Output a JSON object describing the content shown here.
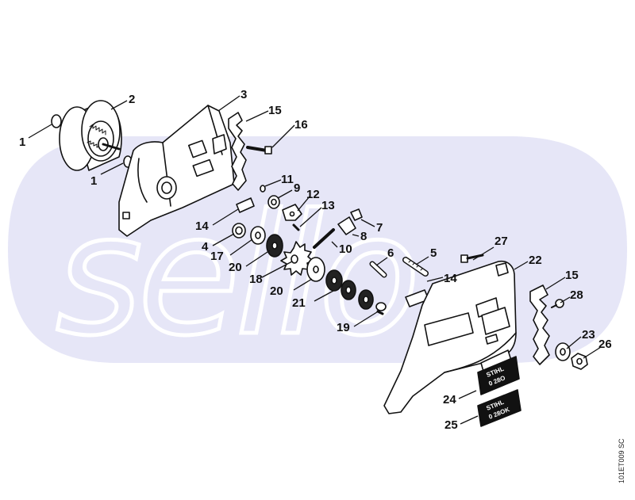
{
  "watermark": {
    "text": "sello",
    "color": "#d9d9f2"
  },
  "reference_code": "101ET009 SC",
  "plates": {
    "p24_line1": "STIHL",
    "p24_line2": "0 28O",
    "p25_line1": "STIHL",
    "p25_line2": "0 28OK"
  },
  "labels": {
    "l1a": "1",
    "l1b": "1",
    "l2": "2",
    "l3": "3",
    "l4": "4",
    "l5": "5",
    "l6": "6",
    "l7": "7",
    "l8": "8",
    "l9": "9",
    "l10": "10",
    "l11": "11",
    "l12": "12",
    "l13": "13",
    "l14a": "14",
    "l14b": "14",
    "l15a": "15",
    "l15b": "15",
    "l16": "16",
    "l17": "17",
    "l18": "18",
    "l19": "19",
    "l20a": "20",
    "l20b": "20",
    "l21": "21",
    "l22": "22",
    "l23": "23",
    "l24": "24",
    "l25": "25",
    "l26": "26",
    "l27": "27",
    "l28": "28"
  }
}
